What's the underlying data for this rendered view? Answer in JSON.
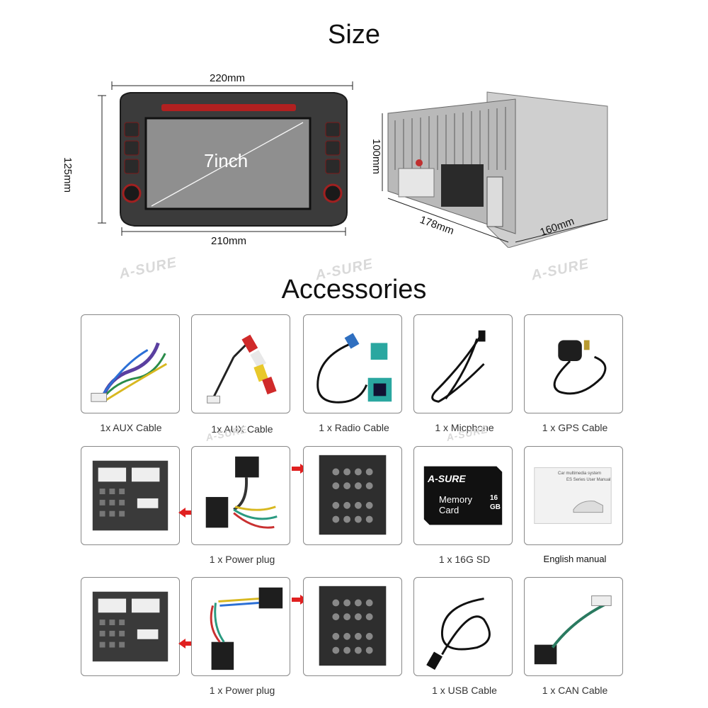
{
  "size_section": {
    "title": "Size",
    "front_width_top": "220mm",
    "front_width_bottom": "210mm",
    "front_height": "125mm",
    "screen_label": "7inch",
    "rear_height": "100mm",
    "rear_width": "178mm",
    "rear_depth": "160mm"
  },
  "watermark": "A-SURE",
  "accessories_section": {
    "title": "Accessories",
    "row1": [
      {
        "label": "1x AUX Cable"
      },
      {
        "label": "1x AUX Cable"
      },
      {
        "label": "1 x Radio Cable"
      },
      {
        "label": "1 x Micphone"
      },
      {
        "label": "1 x GPS Cable"
      }
    ],
    "row2": [
      {
        "label": "1 x Power plug"
      },
      {
        "label": "1 x 16G  SD"
      },
      {
        "label": "English manual"
      }
    ],
    "row3": [
      {
        "label": "1 x Power plug"
      },
      {
        "label": "1 x USB Cable"
      },
      {
        "label": "1 x CAN Cable"
      }
    ]
  },
  "sd_card": {
    "brand": "A-SURE",
    "line1": "Memory",
    "line2": "Card",
    "capacity": "16",
    "unit": "GB"
  },
  "manual": {
    "line1": "Car multimedia system",
    "line2": "ES Series User Manual"
  }
}
